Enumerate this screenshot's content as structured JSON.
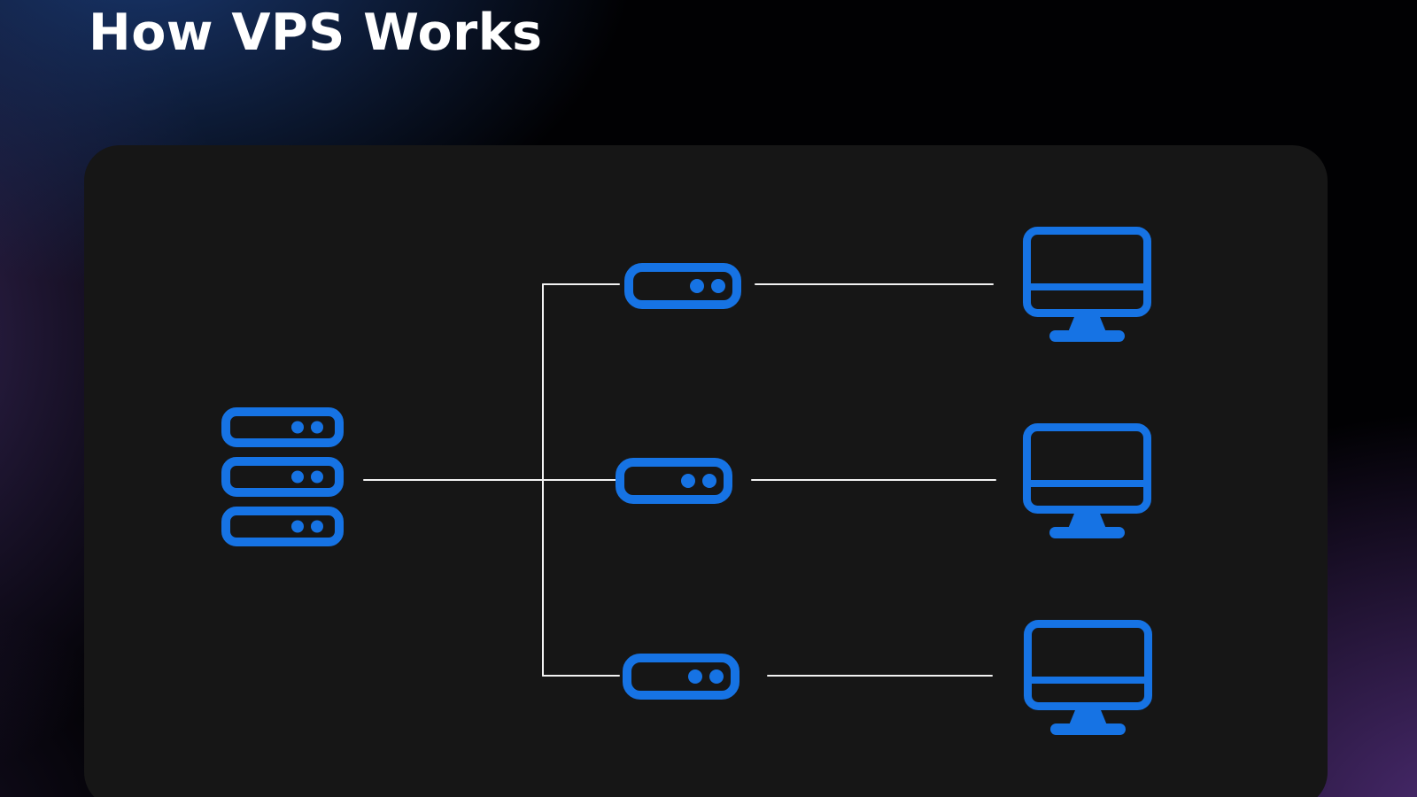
{
  "page": {
    "title": "How VPS Works"
  },
  "colors": {
    "accent_blue": "#1673e4",
    "connector_white": "#f2f2f2",
    "panel_background": "#161616",
    "background_navy": "#1b2f55",
    "background_purple": "#3f2a5e"
  },
  "diagram": {
    "host_server": {
      "icon": "server-stack-icon",
      "units": 3
    },
    "virtual_servers": [
      {
        "icon": "server-unit-icon"
      },
      {
        "icon": "server-unit-icon"
      },
      {
        "icon": "server-unit-icon"
      }
    ],
    "client_machines": [
      {
        "icon": "monitor-icon"
      },
      {
        "icon": "monitor-icon"
      },
      {
        "icon": "monitor-icon"
      }
    ],
    "connectors": [
      "host-to-hub",
      "hub-trunk",
      "hub-to-vps-1",
      "hub-to-vps-3",
      "vps-1-to-client-1",
      "vps-2-to-client-2",
      "vps-3-to-client-3"
    ]
  }
}
